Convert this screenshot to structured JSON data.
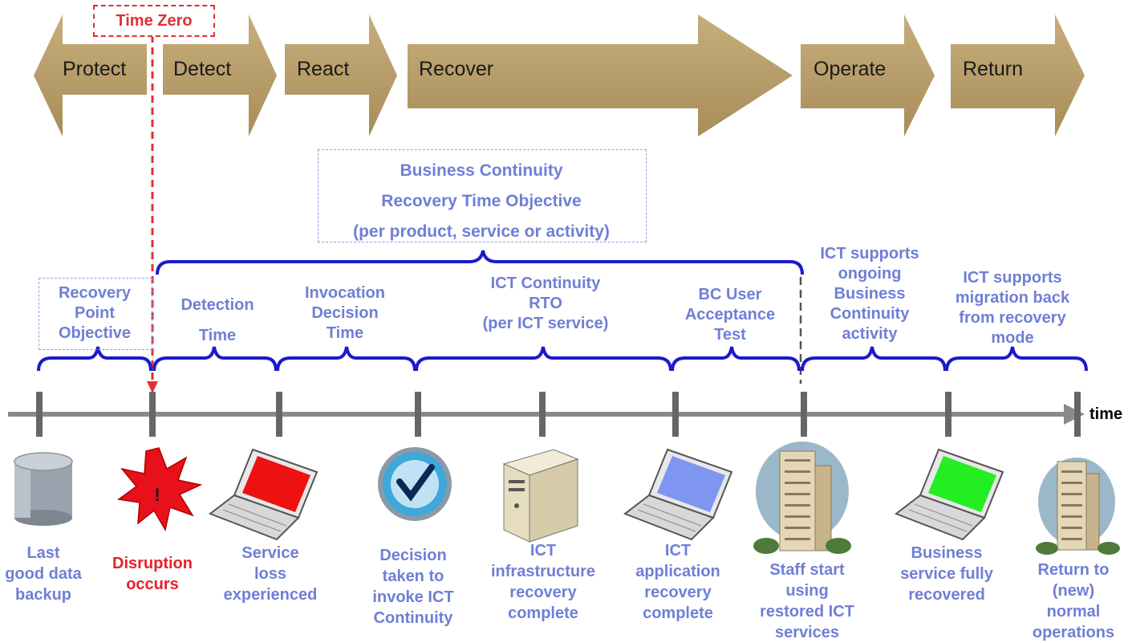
{
  "phases": [
    "Protect",
    "Detect",
    "React",
    "Recover",
    "Operate",
    "Return"
  ],
  "time_zero": "Time Zero",
  "bc_rto": {
    "line1": "Business Continuity",
    "line2": "Recovery Time Objective",
    "line3": "(per product, service or activity)"
  },
  "intervals": {
    "rpo": "Recovery\nPoint\nObjective",
    "detection": "Detection\nTime",
    "invocation": "Invocation\nDecision\nTime",
    "ict_rto": "ICT Continuity\nRTO\n(per ICT service)",
    "bc_uat": "BC User\nAcceptance\nTest",
    "ict_supports": "ICT supports\nongoing\nBusiness\nContinuity\nactivity",
    "ict_migration": "ICT supports\nmigration back\nfrom recovery\nmode"
  },
  "axis_label": "time",
  "events": {
    "backup": "Last\ngood data\nbackup",
    "disruption": "Disruption\noccurs",
    "service_loss": "Service\nloss\nexperienced",
    "decision": "Decision\ntaken to\ninvoke ICT\nContinuity",
    "infra": "ICT\ninfrastructure\nrecovery\ncomplete",
    "app": "ICT\napplication\nrecovery\ncomplete",
    "staff": "Staff start\nusing\nrestored ICT\nservices",
    "business": "Business\nservice fully\nrecovered",
    "return": "Return to\n(new)\nnormal\noperations"
  },
  "colors": {
    "arrow": "#b59b66",
    "brace": "#1a1acc",
    "label_blue": "#6f7fd6",
    "disruption_red": "#e8202a",
    "axis": "#8a8a8a"
  }
}
